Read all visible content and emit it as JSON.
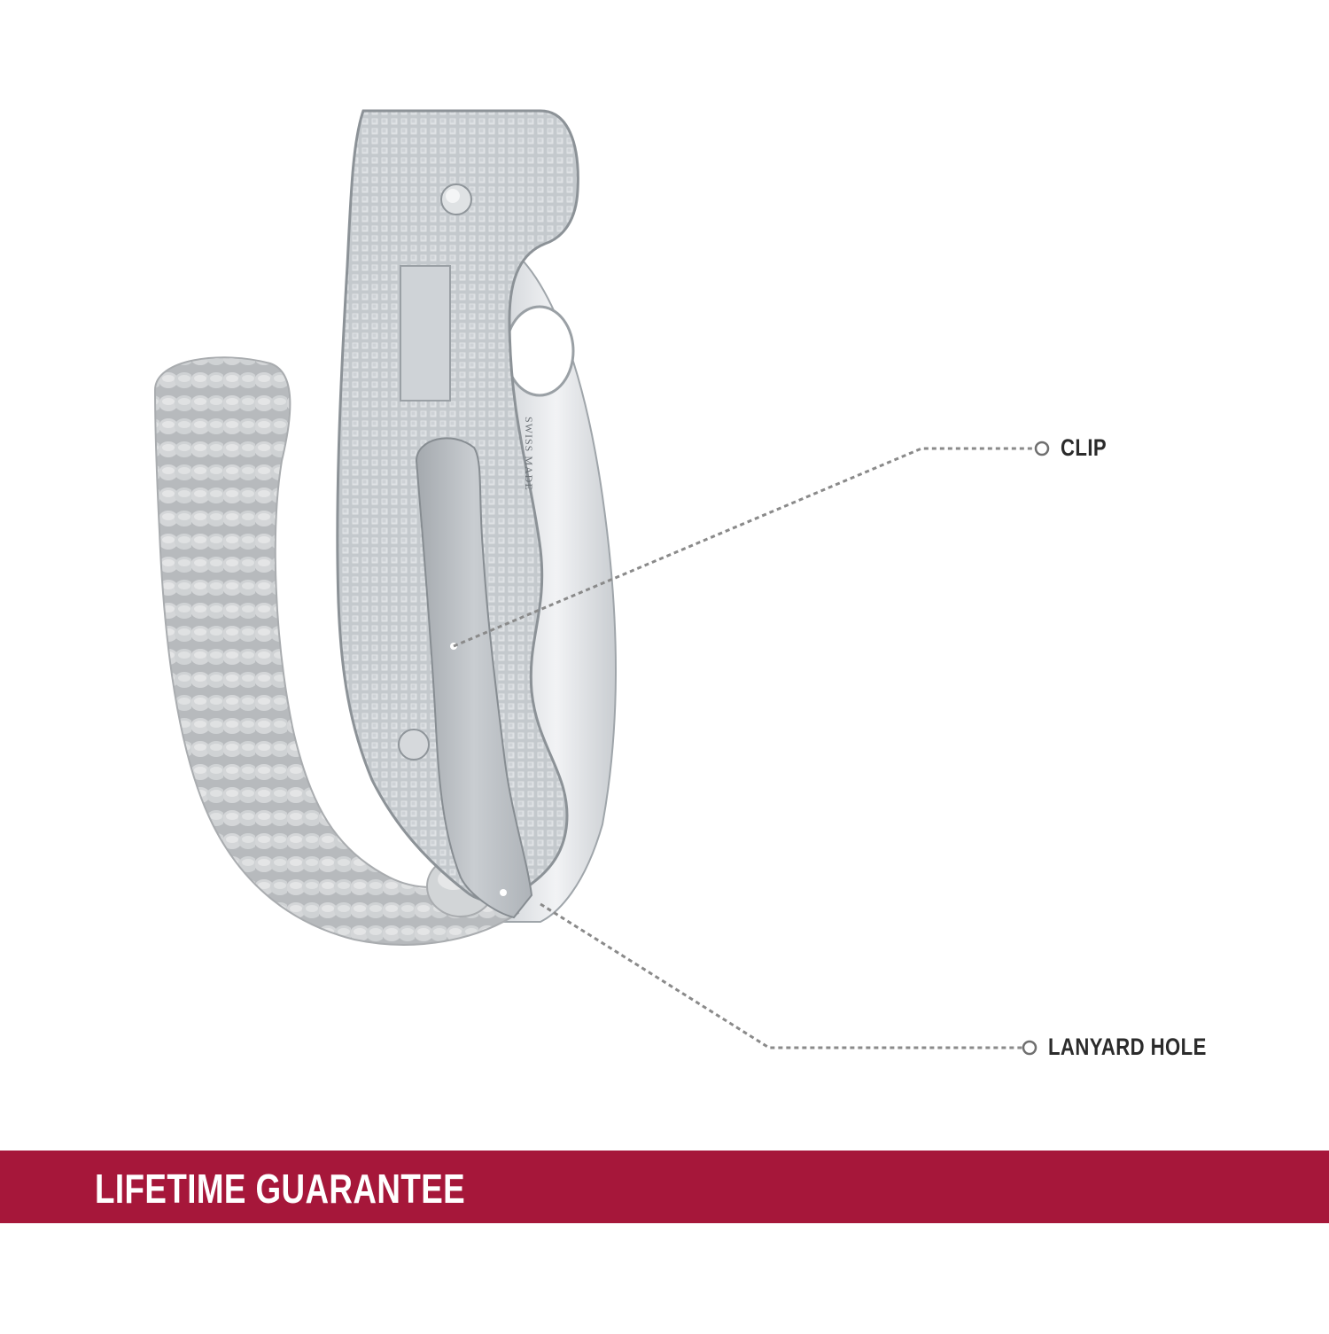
{
  "callouts": {
    "clip_label": "CLIP",
    "lanyard_label": "LANYARD HOLE"
  },
  "banner": {
    "text": "LIFETIME GUARANTEE"
  },
  "blade": {
    "engraving": "SWISS MADE"
  },
  "colors": {
    "banner": "#a6173a",
    "callout_line": "#8a8a8a",
    "handle": "#c3c8cc",
    "blade": "#e4e7ea",
    "cord": "#c6c9cb"
  }
}
